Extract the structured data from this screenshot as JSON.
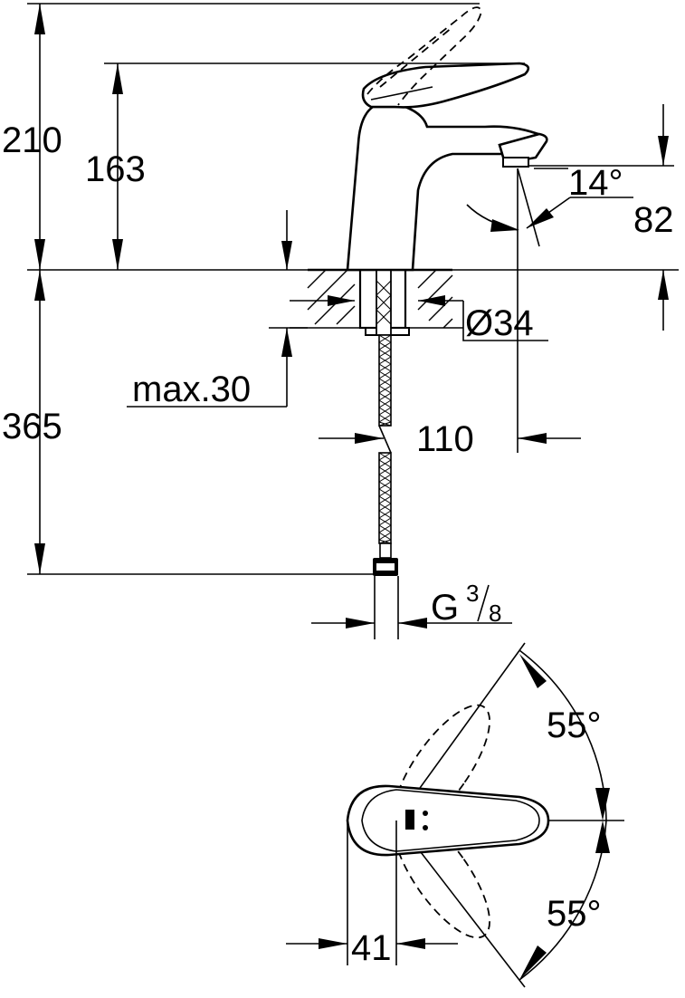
{
  "dimensions": {
    "total_height": "210",
    "lever_height": "163",
    "spout_height": "82",
    "below_deck": "365",
    "hole_diameter": "Ø34",
    "max_deck": "max.30",
    "projection": "110",
    "spout_angle": "14°",
    "connection_letter": "G",
    "connection_num": "3",
    "connection_den": "8",
    "width": "41",
    "rotation_upper": "55°",
    "rotation_lower": "55°"
  }
}
